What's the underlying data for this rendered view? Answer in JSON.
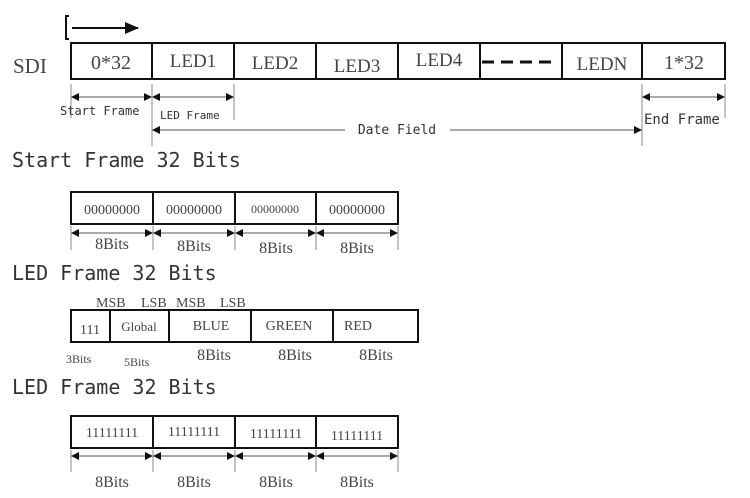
{
  "diagram": {
    "sdi": {
      "signal_label": "SDI",
      "cells": [
        "0*32",
        "LED1",
        "LED2",
        "LED3",
        "LED4",
        "- - - -",
        "LEDN",
        "1*32"
      ],
      "annotations": {
        "start_frame": "Start Frame",
        "led_frame": "LED Frame",
        "data_field": "Date Field",
        "end_frame": "End Frame"
      }
    },
    "start_frame": {
      "title": "Start Frame 32 Bits",
      "cells": [
        "00000000",
        "00000000",
        "00000000",
        "00000000"
      ],
      "widths": [
        "8Bits",
        "8Bits",
        "8Bits",
        "8Bits"
      ]
    },
    "led_frame": {
      "title": "LED Frame 32 Bits",
      "markers": [
        "MSB",
        "LSB",
        "MSB",
        "LSB"
      ],
      "cells": [
        "111",
        "Global",
        "BLUE",
        "GREEN",
        "RED"
      ],
      "widths": [
        "3Bits",
        "5Bits",
        "8Bits",
        "8Bits",
        "8Bits"
      ]
    },
    "end_frame": {
      "title": "LED Frame 32 Bits",
      "cells": [
        "11111111",
        "11111111",
        "11111111",
        "11111111"
      ],
      "widths": [
        "8Bits",
        "8Bits",
        "8Bits",
        "8Bits"
      ]
    }
  }
}
